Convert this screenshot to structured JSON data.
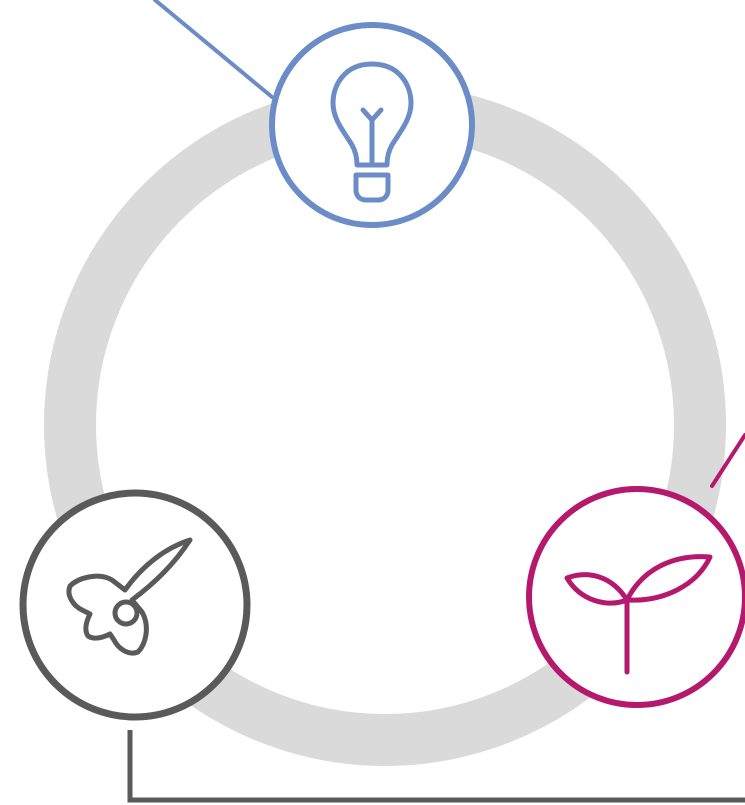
{
  "colors": {
    "ring": "#dadada",
    "background": "#ffffff",
    "blue": "#6b8cc6",
    "magenta": "#b5196e",
    "gray": "#5a5a5a"
  },
  "nodes": [
    {
      "id": "idea",
      "icon": "lightbulb-icon",
      "color": "#6b8cc6"
    },
    {
      "id": "growth",
      "icon": "sprout-icon",
      "color": "#b5196e"
    },
    {
      "id": "launch",
      "icon": "rocket-icon",
      "color": "#5a5a5a"
    }
  ]
}
